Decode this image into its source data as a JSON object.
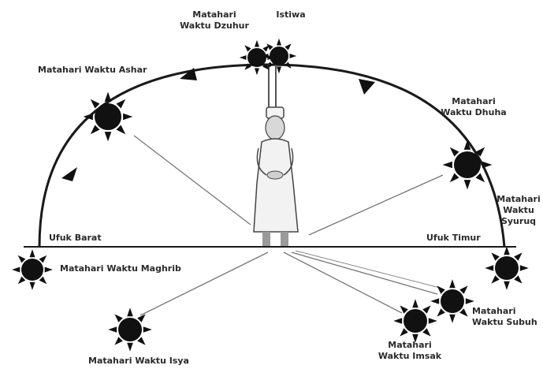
{
  "labels": {
    "dzuhur": "Matahari\nWaktu Dzuhur",
    "istiwa": "Istiwa",
    "ashar": "Matahari Waktu Ashar",
    "dhuha": "Matahari\nWaktu Dhuha",
    "syuruq": "Matahari\nWaktu\nSyuruq",
    "ufuk_barat": "Ufuk Barat",
    "ufuk_timur": "Ufuk Timur",
    "maghrib": "Matahari Waktu Maghrib",
    "isya": "Matahari Waktu Isya",
    "imsak": "Matahari\nWaktu Imsak",
    "subuh": "Matahari\nWaktu Subuh"
  },
  "colors": {
    "line": "#1a1a1a",
    "sun": "#111111",
    "ray": "#777777",
    "figure_robe": "#f2f2f2",
    "figure_outline": "#444444"
  }
}
